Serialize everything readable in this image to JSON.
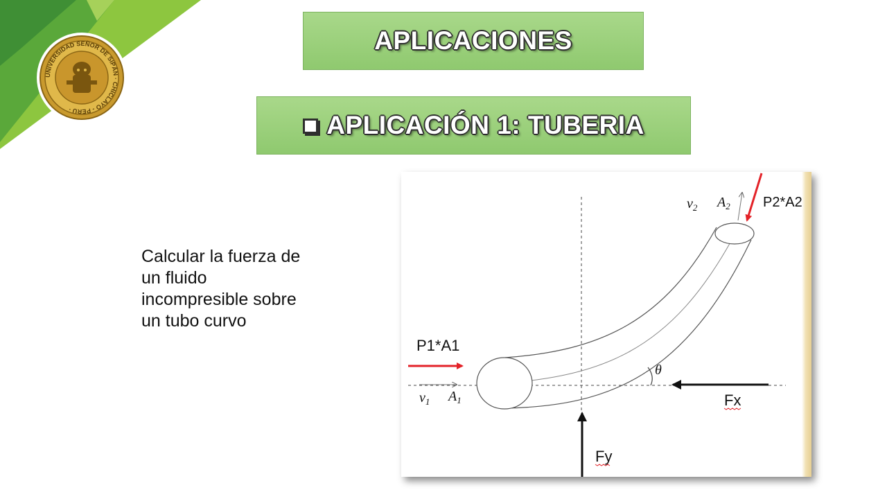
{
  "slide": {
    "title": "APLICACIONES",
    "subtitle": "APLICACIÓN 1: TUBERIA",
    "description": "Calcular la fuerza de\nun fluido\nincompresible sobre\nun tubo curvo"
  },
  "logo": {
    "text": "UNIVERSIDAD SEÑOR DE SIPÁN · CHICLAYO - PERU ·",
    "icon": "university-seal"
  },
  "figure": {
    "labels": {
      "p1a1": "P1*A1",
      "p2a2": "P2*A2",
      "fx": "Fx",
      "fy": "Fy",
      "theta": "θ",
      "v1": "v",
      "v1_sub": "1",
      "a1": "A",
      "a1_sub": "1",
      "v2": "v",
      "v2_sub": "2",
      "a2": "A",
      "a2_sub": "2"
    }
  },
  "colors": {
    "green_dark": "#3f8f35",
    "green_light": "#8dc63f",
    "box_green": "#9ed17d",
    "arrow_red": "#e32228"
  }
}
